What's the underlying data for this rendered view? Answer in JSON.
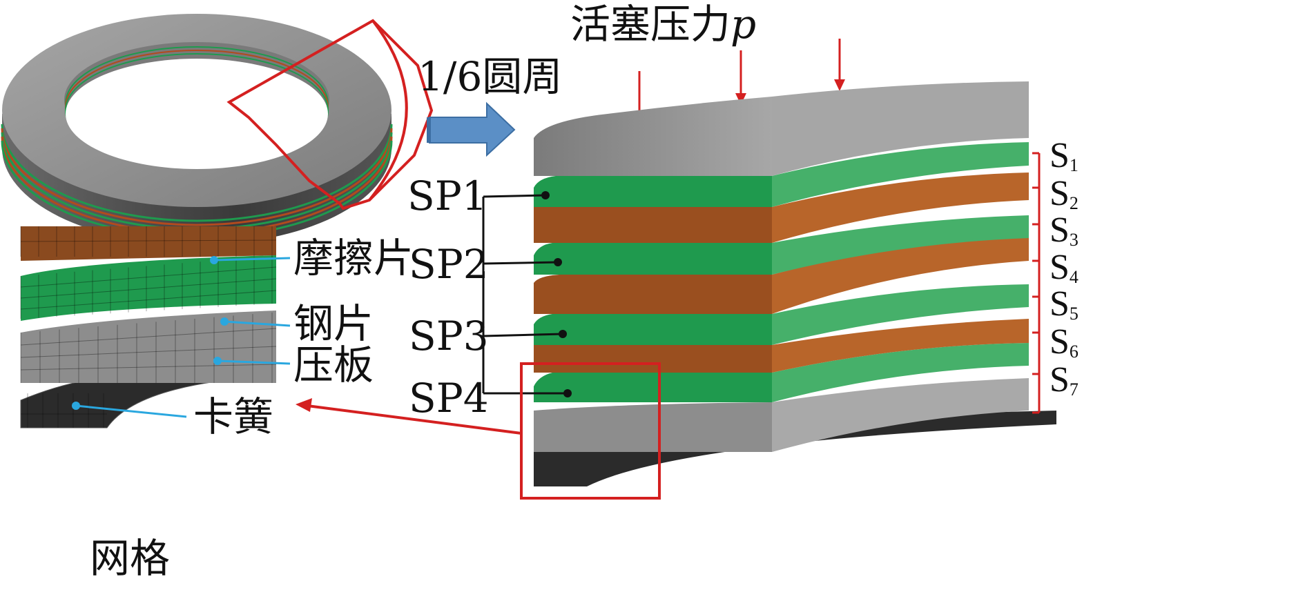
{
  "top_title": {
    "text": "活塞压力",
    "var": "p"
  },
  "sector_label": "1/6圆周",
  "mesh_caption": "网格",
  "mesh_labels": [
    "摩擦片",
    "钢片",
    "压板",
    "卡簧"
  ],
  "stack_labels": [
    "SP1",
    "SP2",
    "SP3",
    "SP4"
  ],
  "gap_labels": [
    {
      "letter": "S",
      "index": "1"
    },
    {
      "letter": "S",
      "index": "2"
    },
    {
      "letter": "S",
      "index": "3"
    },
    {
      "letter": "S",
      "index": "4"
    },
    {
      "letter": "S",
      "index": "5"
    },
    {
      "letter": "S",
      "index": "6"
    },
    {
      "letter": "S",
      "index": "7"
    }
  ],
  "colors": {
    "steel_green": "#1f9a4e",
    "friction_brown": "#9a4f1f",
    "plate_gray": "#8c8c8c",
    "snap_black": "#2b2b2b",
    "accent_red": "#d42020",
    "arrow_blue": "#5b8fc6",
    "leader_blue": "#2aa7df"
  }
}
